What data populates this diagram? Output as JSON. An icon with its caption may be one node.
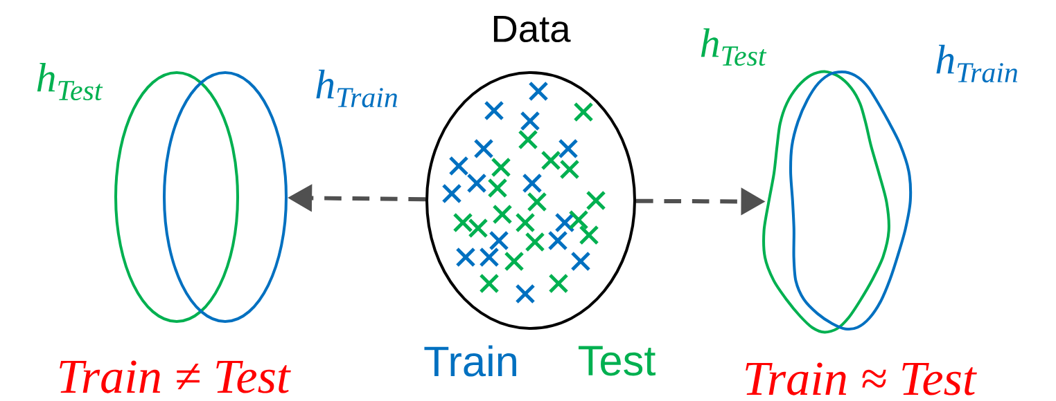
{
  "diagram": {
    "nodes": [
      {
        "text": [
          "Data"
        ]
      },
      {
        "text": [
          "h$_{Test}$"
        ]
      },
      {
        "text": [
          "h$_{Train}$"
        ]
      },
      {
        "text": [
          "h$_{Test}$"
        ]
      },
      {
        "text": [
          "h$_{Train}$"
        ]
      }
    ],
    "edges": [
      {
        "from": 0,
        "to": 2,
        "arrow": "to",
        "style": "dashed"
      },
      {
        "from": 0,
        "to": 3,
        "arrow": "to",
        "style": "dashed"
      }
    ],
    "labels": [
      "Train",
      "Test",
      "Train ≠ Test",
      "Train ≈ Test"
    ]
  }
}
